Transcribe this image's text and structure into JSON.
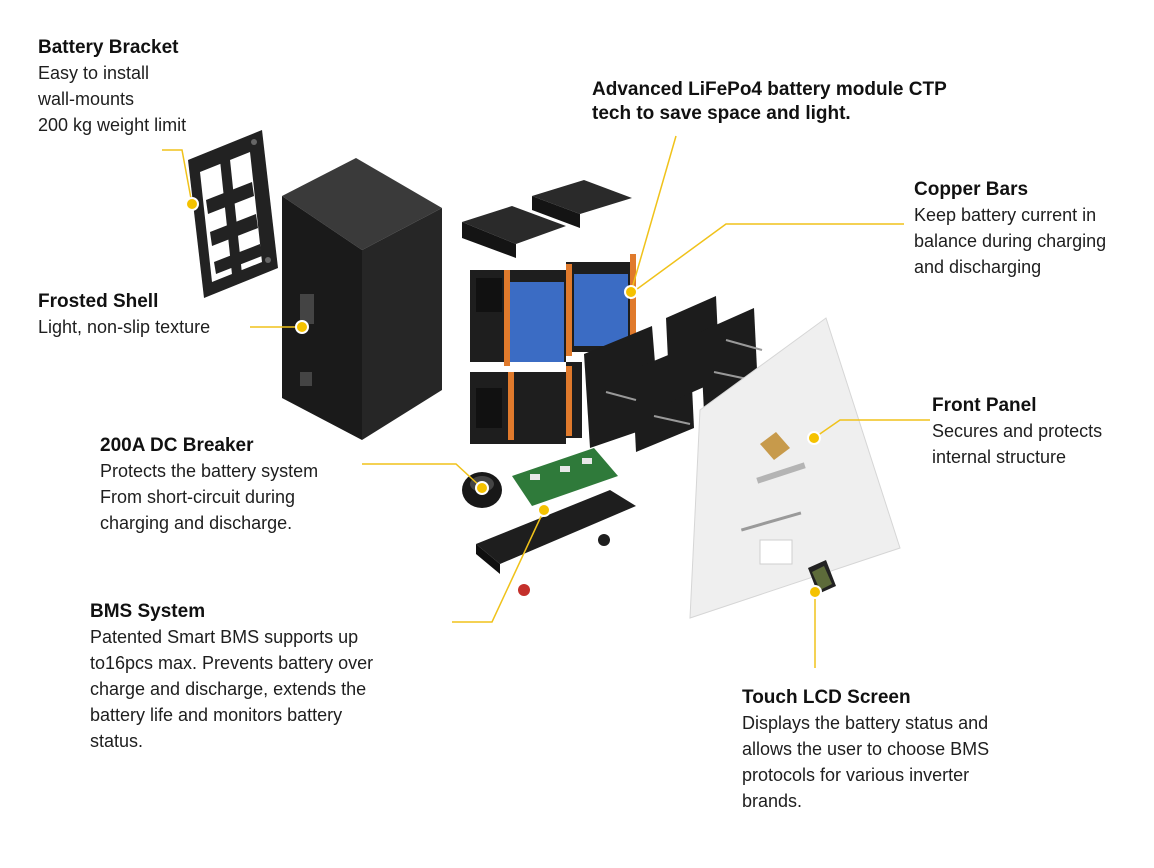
{
  "callouts": {
    "battery_bracket": {
      "title": "Battery Bracket",
      "desc": "Easy to install\nwall-mounts\n200 kg weight limit"
    },
    "lifepo4_module": {
      "title": "Advanced LiFePo4 battery module CTP\ntech to save space and light."
    },
    "copper_bars": {
      "title": "Copper Bars",
      "desc": "Keep battery current in\nbalance during charging\nand discharging"
    },
    "frosted_shell": {
      "title": "Frosted Shell",
      "desc": "Light, non-slip texture"
    },
    "front_panel": {
      "title": "Front Panel",
      "desc": "Secures and protects\ninternal structure"
    },
    "dc_breaker": {
      "title": "200A DC Breaker",
      "desc": "Protects the battery system\nFrom short-circuit during\ncharging and discharge."
    },
    "bms_system": {
      "title": "BMS System",
      "desc": "Patented Smart BMS supports up\nto16pcs max. Prevents battery over\ncharge and discharge, extends the\nbattery life and monitors battery\nstatus."
    },
    "touch_lcd": {
      "title": "Touch LCD Screen",
      "desc": "Displays the battery status and\nallows the user to choose BMS\nprotocols for various inverter\nbrands."
    }
  },
  "colors": {
    "accent": "#f5c200",
    "shell": "#1c1c1c",
    "cells": "#3b6cc4",
    "copper": "#e07a2c",
    "panel": "#efefef"
  }
}
